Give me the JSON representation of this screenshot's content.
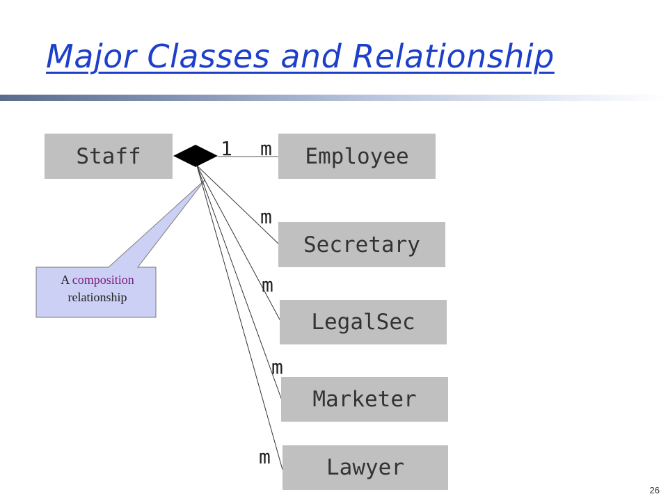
{
  "slide": {
    "title": "Major Classes and Relationship",
    "page_number": "26"
  },
  "diagram": {
    "whole_class": "Staff",
    "whole_multiplicity": "1",
    "parts": [
      {
        "name": "Employee",
        "multiplicity": "m"
      },
      {
        "name": "Secretary",
        "multiplicity": "m"
      },
      {
        "name": "LegalSec",
        "multiplicity": "m"
      },
      {
        "name": "Marketer",
        "multiplicity": "m"
      },
      {
        "name": "Lawyer",
        "multiplicity": "m"
      }
    ],
    "callout": {
      "prefix": "A ",
      "highlight": "composition",
      "suffix": "relationship"
    }
  },
  "colors": {
    "title": "#1d3fc9",
    "class_box": "#c0c0c0",
    "callout_fill": "#ccd0f4",
    "callout_highlight": "#7b1a7b"
  }
}
